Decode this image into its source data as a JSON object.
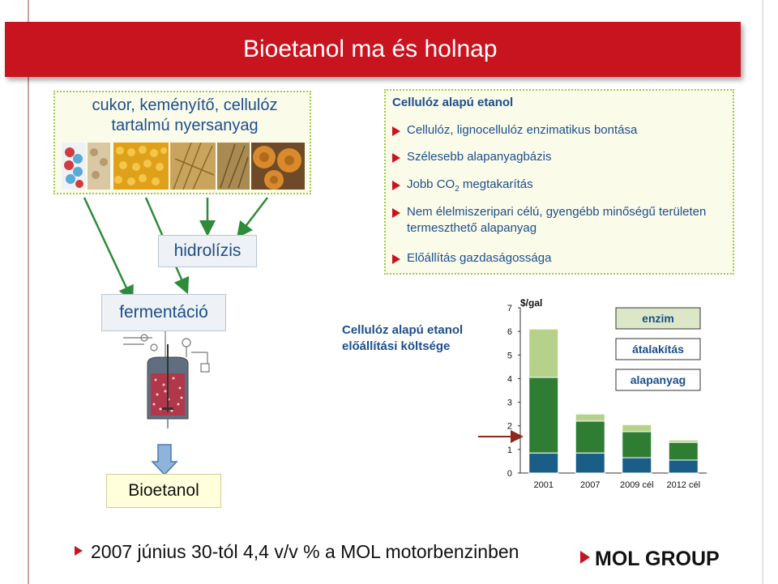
{
  "slide": {
    "title": "Bioetanol ma és holnap",
    "feedstock_title": "cukor, keményítő, cellulóz tartalmú nyersanyag",
    "hydrolysis": "hidrolízis",
    "fermentation": "fermentáció",
    "product": "Bioetanol",
    "benefits_heading": "Cellulóz alapú etanol",
    "benefits": [
      "Cellulóz, lignocellulóz enzimatikus bontása",
      "Szélesebb alapanyagbázis",
      "Jobb CO2 megtakarítás",
      "Nem élelmiszeripari célú, gyengébb minőségű területen termeszthető alapanyag",
      "Előállítás gazdaságossága"
    ],
    "benefit_co2": {
      "before": "Jobb CO",
      "sub": "2",
      "after": " megtakarítás"
    },
    "cost_label": "Cellulóz alapú etanol előállítási költsége",
    "footer": "2007 június 30-tól 4,4 v/v % a MOL motorbenzinben",
    "logo": "MOL GROUP",
    "colors": {
      "title_bar": "#c8141e",
      "text_blue": "#1c4f8c",
      "arrow_green": "#2e8b3a",
      "bullet_red": "#c8141e"
    },
    "icons": [
      "triangle-bullet-icon",
      "down-arrow-icon",
      "fermenter-diagram-icon",
      "mol-logo-icon",
      "feedstock-photo-icon"
    ]
  },
  "chart_data": {
    "type": "bar",
    "stacked": true,
    "ylabel": "$/gal",
    "ylim": [
      0,
      7
    ],
    "yticks": [
      0,
      1,
      2,
      3,
      4,
      5,
      6,
      7
    ],
    "categories": [
      "2001",
      "2007",
      "2009 cél",
      "2012 cél"
    ],
    "series": [
      {
        "name": "alapanyag",
        "color": "#1a5d86",
        "values": [
          0.85,
          0.85,
          0.65,
          0.55
        ]
      },
      {
        "name": "átalakítás",
        "color": "#2e7d32",
        "values": [
          3.2,
          1.35,
          1.1,
          0.75
        ]
      },
      {
        "name": "enzim",
        "color": "#b5d18a",
        "values": [
          2.05,
          0.3,
          0.3,
          0.1
        ]
      }
    ],
    "legend": [
      "enzim",
      "átalakítás",
      "alapanyag"
    ],
    "legend_position": "top-right"
  }
}
